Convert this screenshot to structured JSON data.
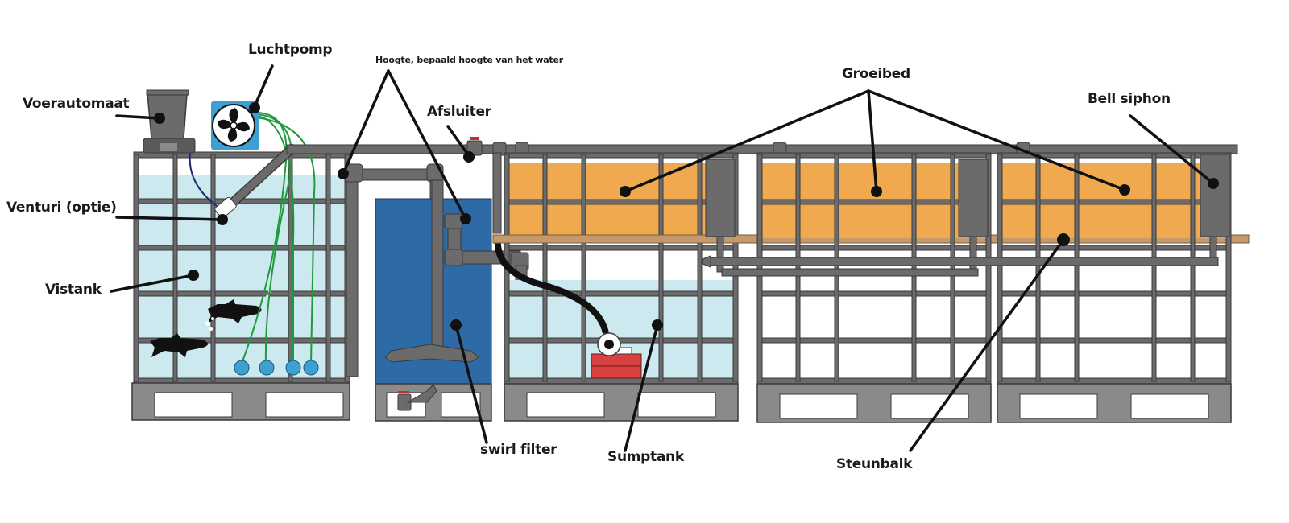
{
  "title": "Aquaponics systeem overzicht",
  "labels": {
    "voerautomaat": "Voerautomaat",
    "luchtpomp": "Luchtpomp",
    "hoogte": "Hoogte, bepaald hoogte van het water",
    "afsluiter": "Afsluiter",
    "groeibed": "Groeibed",
    "bell_siphon": "Bell siphon",
    "venturi": "Venturi (optie)",
    "vistank": "Vistank",
    "swirl_filter": "swirl filter",
    "sumptank": "Sumptank",
    "steunbalk": "Steunbalk"
  },
  "colors": {
    "frame": "#6b6b6b",
    "frame_dark": "#3a3a3a",
    "water": "#cde9f0",
    "swirl_water": "#2e6aa6",
    "grow_media": "#f0a94e",
    "support_beam": "#c49a6c",
    "pump": "#d94040",
    "airpump_box": "#3ea0d0",
    "airline": "#1f9a3a",
    "airstone": "#3ea0d0",
    "leader": "#111111"
  }
}
